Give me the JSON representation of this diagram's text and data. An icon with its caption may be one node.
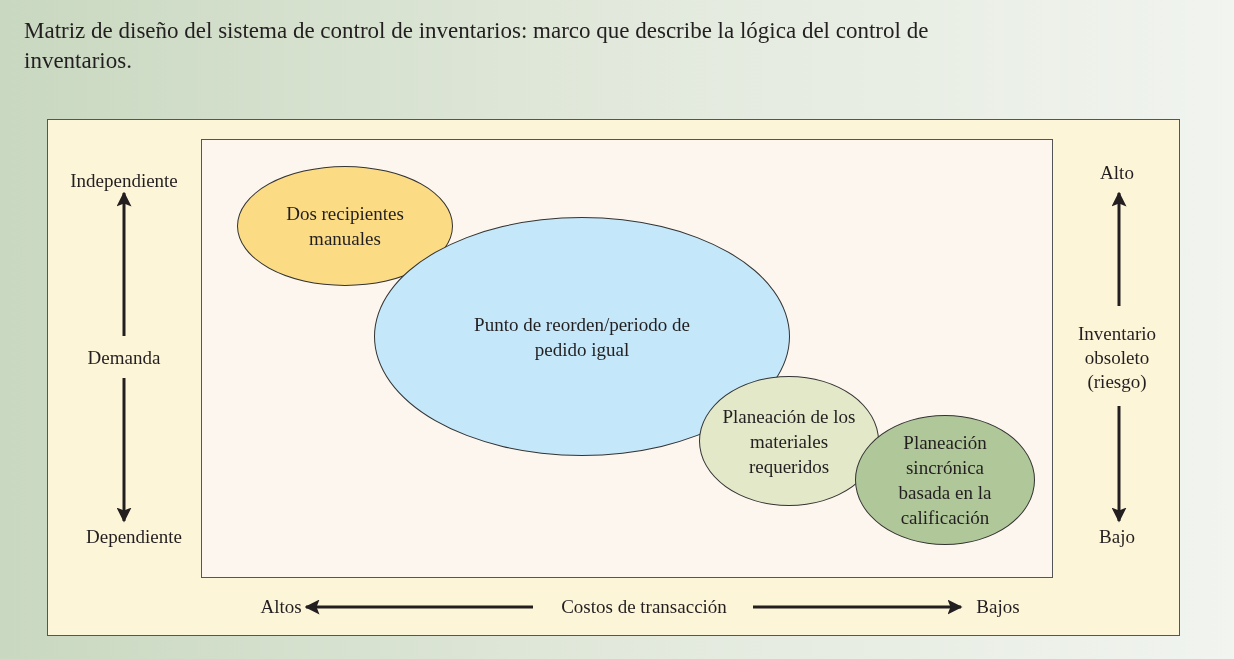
{
  "diagram": {
    "title": "Matriz de diseño del sistema de control de inventarios: marco que describe la lógica del control de inventarios.",
    "nodes": [
      {
        "text": [
          "Dos recipientes manuales"
        ]
      },
      {
        "text": [
          "Punto de reorden/periodo de pedido igual"
        ]
      },
      {
        "text": [
          "Planeación de los materiales requeridos"
        ]
      },
      {
        "text": [
          "Planeación sincrónica basada en la calificación"
        ]
      }
    ],
    "labels": [
      "Independiente",
      "Demanda",
      "Dependiente",
      "Alto",
      "Inventario obsoleto (riesgo)",
      "Bajo",
      "Altos",
      "Costos de transacción",
      "Bajos"
    ]
  }
}
